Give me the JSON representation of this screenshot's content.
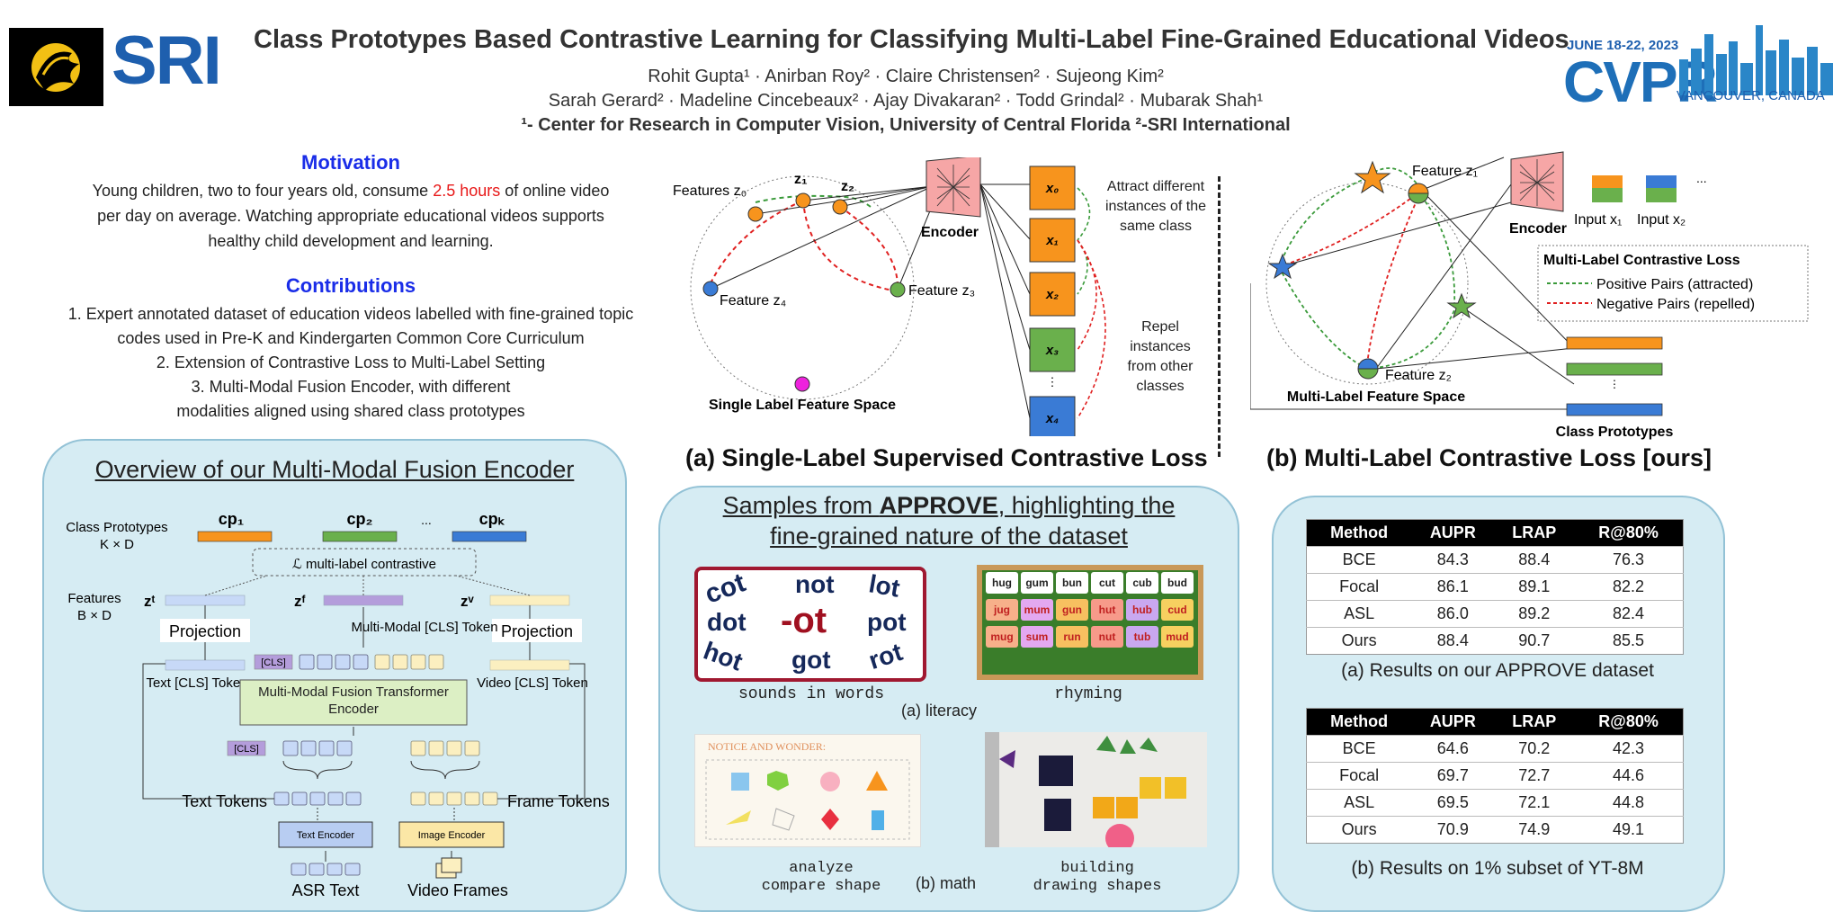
{
  "logos": {
    "left_brand": "SRI",
    "conference": "CVPR",
    "conf_dates": "JUNE 18-22, 2023",
    "conf_location": "VANCOUVER, CANADA"
  },
  "header": {
    "title": "Class Prototypes Based Contrastive Learning for Classifying Multi-Label Fine-Grained Educational Videos",
    "authors_line1": "Rohit Gupta¹ · Anirban Roy² · Claire Christensen² · Sujeong Kim²",
    "authors_line2": "Sarah Gerard² · Madeline Cincebeaux² · Ajay Divakaran² · Todd Grindal² · Mubarak Shah¹",
    "affiliations": "¹- Center for Research in Computer Vision, University of Central Florida ²-SRI International"
  },
  "motivation": {
    "heading": "Motivation",
    "text_pre": "Young children, two to four years old, consume ",
    "highlight": "2.5 hours",
    "text_post": " of online video per day on average. Watching appropriate educational videos supports healthy child development and learning."
  },
  "contributions": {
    "heading": "Contributions",
    "items": [
      "1.   Expert annotated dataset of education videos labelled with fine-grained topic codes used in Pre-K and Kindergarten Common Core Curriculum",
      "2.   Extension of Contrastive Loss to Multi-Label Setting",
      "3.   Multi-Modal Fusion Encoder, with different modalities aligned using shared class prototypes"
    ]
  },
  "encoder_overview": {
    "heading": "Overview of our Multi-Modal Fusion Encoder",
    "class_prototypes": "Class Prototypes",
    "kxd": "K × D",
    "cp1": "cp₁",
    "cp2": "cp₂",
    "cpk": "cpₖ",
    "dots": "...",
    "loss": "ℒ multi-label contrastive",
    "features": "Features",
    "bxd": "B × D",
    "zt": "zᵗ",
    "zf": "zᶠ",
    "zv": "zᵛ",
    "projection": "Projection",
    "mm_cls_token": "Multi-Modal [CLS] Token",
    "cls": "[CLS]",
    "text_cls_token": "Text [CLS] Token",
    "video_cls_token": "Video [CLS] Token",
    "fusion": "Multi-Modal Fusion Transformer Encoder",
    "text_tokens": "Text Tokens",
    "frame_tokens": "Frame Tokens",
    "text_encoder": "Text Encoder",
    "image_encoder": "Image Encoder",
    "asr_text": "ASR Text",
    "video_frames": "Video Frames"
  },
  "diagram_a": {
    "features_z0": "Features z₀",
    "z1": "z₁",
    "z2": "z₂",
    "feature_z4": "Feature z₄",
    "feature_z3": "Feature z₃",
    "encoder": "Encoder",
    "x_labels": [
      "x₀",
      "x₁",
      "x₂",
      "x₃",
      "x₄"
    ],
    "vdots": "⋮",
    "attract": "Attract different instances of the same class",
    "repel": "Repel instances from other classes",
    "space": "Single Label Feature Space",
    "caption": "(a)  Single-Label Supervised Contrastive Loss"
  },
  "diagram_b": {
    "feature_z1": "Feature z₁",
    "feature_z2": "Feature z₂",
    "encoder": "Encoder",
    "input_x1": "Input x₁",
    "input_x2": "Input x₂",
    "dots": "...",
    "legend_title": "Multi-Label Contrastive Loss",
    "legend_pos": "Positive Pairs (attracted)",
    "legend_neg": "Negative Pairs (repelled)",
    "space": "Multi-Label Feature Space",
    "class_prototypes": "Class Prototypes",
    "caption": "(b)  Multi-Label Contrastive Loss [ours]"
  },
  "samples": {
    "heading_pre": "Samples from ",
    "heading_bold": "APPROVE",
    "heading_post": ", highlighting the",
    "heading_line2": "fine-grained nature of the dataset",
    "sounds_words": [
      "cot",
      "not",
      "lot",
      "dot",
      "-ot",
      "pot",
      "hot",
      "got",
      "rot"
    ],
    "sounds_caption": "sounds in words",
    "rhyming_caption": "rhyming",
    "rhyme_cols": [
      [
        "hug",
        "jug",
        "mug"
      ],
      [
        "gum",
        "mum",
        "sum"
      ],
      [
        "bun",
        "gun",
        "run"
      ],
      [
        "cut",
        "hut",
        "nut"
      ],
      [
        "cub",
        "hub",
        "tub"
      ],
      [
        "bud",
        "cud",
        "mud"
      ]
    ],
    "literacy_label": "(a) literacy",
    "notice_title": "NOTICE AND WONDER:",
    "analyze_caption": "analyze compare shape",
    "math_label": "(b) math",
    "building_caption": "building drawing shapes"
  },
  "results": {
    "headers": [
      "Method",
      "AUPR",
      "LRAP",
      "R@80%"
    ],
    "table_a": [
      [
        "BCE",
        "84.3",
        "88.4",
        "76.3"
      ],
      [
        "Focal",
        "86.1",
        "89.1",
        "82.2"
      ],
      [
        "ASL",
        "86.0",
        "89.2",
        "82.4"
      ],
      [
        "Ours",
        "88.4",
        "90.7",
        "85.5"
      ]
    ],
    "caption_a": "(a) Results on our APPROVE dataset",
    "table_b": [
      [
        "BCE",
        "64.6",
        "70.2",
        "42.3"
      ],
      [
        "Focal",
        "69.7",
        "72.7",
        "44.6"
      ],
      [
        "ASL",
        "69.5",
        "72.1",
        "44.8"
      ],
      [
        "Ours",
        "70.9",
        "74.9",
        "49.1"
      ]
    ],
    "caption_b": "(b) Results on 1% subset of YT-8M"
  },
  "colors": {
    "panel_bg": "#d6ecf3",
    "heading_blue": "#1a2de8",
    "highlight_red": "#e81818",
    "orange": "#f7941d",
    "green": "#6ab04c",
    "blue": "#3a7bd5",
    "purple": "#b49ddb",
    "cream": "#fbefc0"
  }
}
